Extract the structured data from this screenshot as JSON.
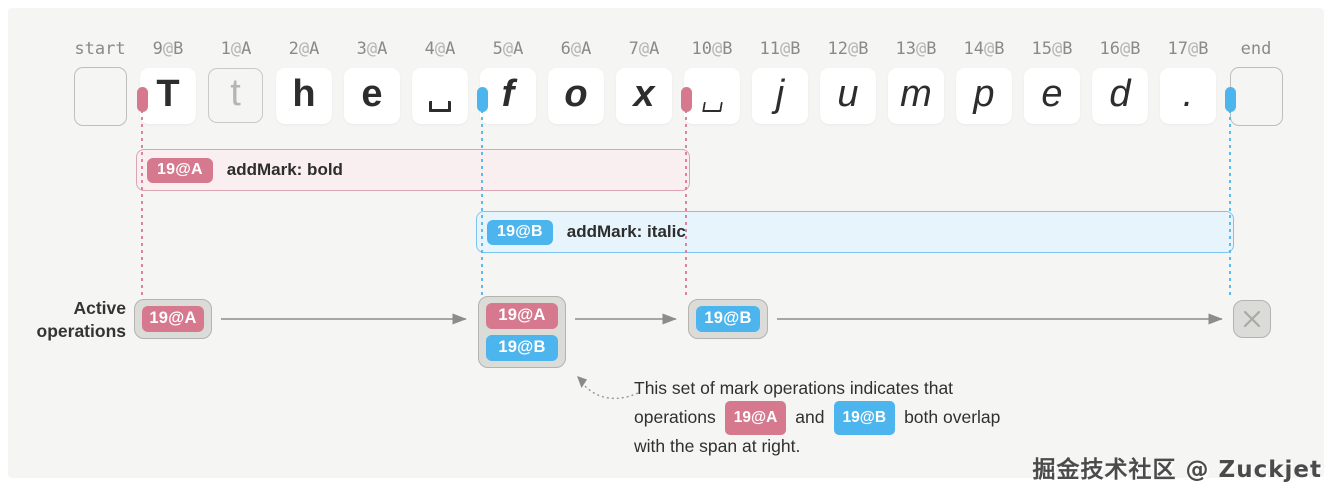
{
  "palette": {
    "bg": "#f5f5f3",
    "pink": "#d6798e",
    "blue": "#4db5ee",
    "pink_bar_bg": "#f9eff1",
    "pink_bar_border": "#dda4b2",
    "blue_bar_bg": "#e8f4fc",
    "blue_bar_border": "#79c5f0",
    "node_bg": "#dbdbd8",
    "node_border": "#b3b3b0",
    "text_dark": "#2d2d2d",
    "label_gray": "#8a8a8a",
    "tombstone": "#b5b5b2",
    "arrow": "#8c8c8c"
  },
  "timeline": {
    "cells": [
      {
        "label": "start",
        "char": "",
        "type": "endpoint"
      },
      {
        "label": "9@B",
        "char": "T",
        "type": "char",
        "bold": true,
        "italic": false,
        "marker_before": "pink"
      },
      {
        "label": "1@A",
        "char": "t",
        "type": "tombstone",
        "bold": false,
        "italic": false
      },
      {
        "label": "2@A",
        "char": "h",
        "type": "char",
        "bold": true,
        "italic": false
      },
      {
        "label": "3@A",
        "char": "e",
        "type": "char",
        "bold": true,
        "italic": false
      },
      {
        "label": "4@A",
        "char": "␣",
        "type": "char",
        "bold": true,
        "italic": false
      },
      {
        "label": "5@A",
        "char": "f",
        "type": "char",
        "bold": true,
        "italic": true,
        "marker_before": "blue"
      },
      {
        "label": "6@A",
        "char": "o",
        "type": "char",
        "bold": true,
        "italic": true
      },
      {
        "label": "7@A",
        "char": "x",
        "type": "char",
        "bold": true,
        "italic": true
      },
      {
        "label": "10@B",
        "char": "␣",
        "type": "char",
        "bold": false,
        "italic": true,
        "marker_before": "pink"
      },
      {
        "label": "11@B",
        "char": "j",
        "type": "char",
        "bold": false,
        "italic": true
      },
      {
        "label": "12@B",
        "char": "u",
        "type": "char",
        "bold": false,
        "italic": true
      },
      {
        "label": "13@B",
        "char": "m",
        "type": "char",
        "bold": false,
        "italic": true
      },
      {
        "label": "14@B",
        "char": "p",
        "type": "char",
        "bold": false,
        "italic": true
      },
      {
        "label": "15@B",
        "char": "e",
        "type": "char",
        "bold": false,
        "italic": true
      },
      {
        "label": "16@B",
        "char": "d",
        "type": "char",
        "bold": false,
        "italic": true
      },
      {
        "label": "17@B",
        "char": ".",
        "type": "char",
        "bold": false,
        "italic": true
      },
      {
        "label": "end",
        "char": "",
        "type": "endpoint",
        "marker_before": "blue"
      }
    ]
  },
  "operations": [
    {
      "id": "19@A",
      "name": "addMark: bold",
      "color": "pink",
      "from_cell": 1,
      "to_cell": 9
    },
    {
      "id": "19@B",
      "name": "addMark: italic",
      "color": "blue",
      "from_cell": 6,
      "to_cell": 17
    }
  ],
  "active_operations": {
    "label": "Active operations",
    "nodes": [
      {
        "badges": [
          {
            "id": "19@A",
            "color": "pink"
          }
        ]
      },
      {
        "badges": [
          {
            "id": "19@A",
            "color": "pink"
          },
          {
            "id": "19@B",
            "color": "blue"
          }
        ]
      },
      {
        "badges": [
          {
            "id": "19@B",
            "color": "blue"
          }
        ]
      },
      {
        "badges": [],
        "icon": "close"
      }
    ]
  },
  "annotation": {
    "line1": "This set of mark operations indicates that",
    "line2": {
      "pre": "operations",
      "badge1": {
        "id": "19@A",
        "color": "pink"
      },
      "mid": "and",
      "badge2": {
        "id": "19@B",
        "color": "blue"
      },
      "post": "both overlap"
    },
    "line3": "with the span at right."
  },
  "watermark": "掘金技术社区 @ Zuckjet"
}
